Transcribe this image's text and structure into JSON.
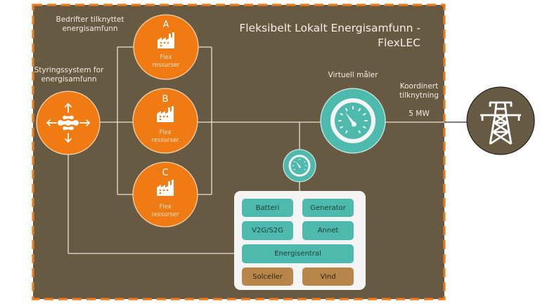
{
  "title": {
    "line1": "Fleksibelt Lokalt Energisamfunn -",
    "line2": "FlexLEC"
  },
  "labels": {
    "companies_line1": "Bedrifter tilknyttet",
    "companies_line2": "energisamfunn",
    "control_line1": "Styringssystem for",
    "control_line2": "energisamfunn",
    "virtual_meter": "Virtuell måler",
    "connection_line1": "Koordinert",
    "connection_line2": "tilknytning",
    "capacity": "5 MW"
  },
  "companies": [
    {
      "letter": "A",
      "line1": "Flex",
      "line2": "ressurser",
      "icon": "factory-icon"
    },
    {
      "letter": "B",
      "line1": "Flex",
      "line2": "ressurser",
      "icon": "factory-icon"
    },
    {
      "letter": "C",
      "line1": "Flex",
      "line2": "ressurser",
      "icon": "factory-icon"
    }
  ],
  "control_system": {
    "icon": "network-hub-arrows-icon"
  },
  "grid": {
    "icon": "power-pylon-icon"
  },
  "energy_panel": {
    "items": [
      {
        "label": "Batteri",
        "kind": "storage"
      },
      {
        "label": "Generator",
        "kind": "storage"
      },
      {
        "label": "V2G/S2G",
        "kind": "storage"
      },
      {
        "label": "Annet",
        "kind": "storage"
      },
      {
        "label": "Energisentral",
        "kind": "storage"
      },
      {
        "label": "Solceller",
        "kind": "renewable"
      },
      {
        "label": "Vind",
        "kind": "renewable"
      }
    ]
  },
  "colors": {
    "background": "#675a43",
    "border_dash": "#ef7b1a",
    "orange": "#ef7b12",
    "teal": "#4ebaad",
    "brown_button": "#b8864a",
    "grid_circle": "#675a43"
  }
}
